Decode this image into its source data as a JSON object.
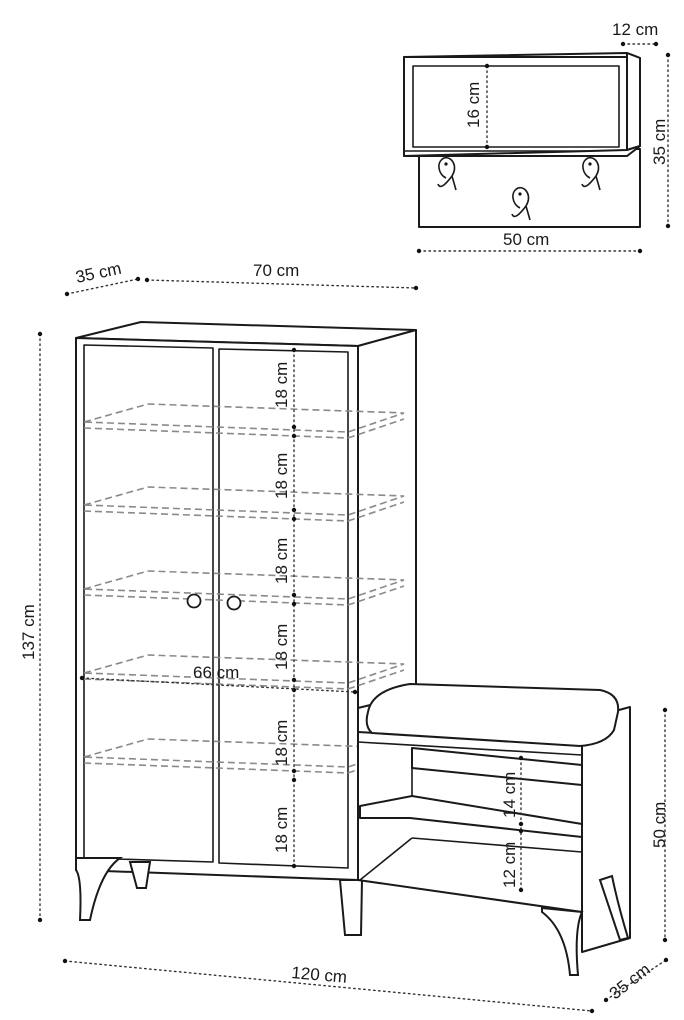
{
  "labels": {
    "shelf_depth": "12 cm",
    "shelf_height": "16 cm",
    "hanger_height": "35 cm",
    "hanger_width": "50 cm",
    "cabinet_depth": "35 cm",
    "cabinet_width": "70 cm",
    "total_height": "137 cm",
    "shelf_gaps": [
      "18 cm",
      "18 cm",
      "18 cm",
      "18 cm",
      "18 cm",
      "18 cm"
    ],
    "inner_width": "66 cm",
    "bench_gap_upper": "14 cm",
    "bench_gap_lower": "12 cm",
    "bench_height": "50 cm",
    "total_width": "120 cm",
    "bench_depth": "35 cm"
  },
  "colors": {
    "line": "#1a1a1a",
    "hidden_line": "#8a8a8a",
    "background": "#ffffff"
  },
  "icons": [
    "coat-hook-icon",
    "door-knob-icon"
  ]
}
